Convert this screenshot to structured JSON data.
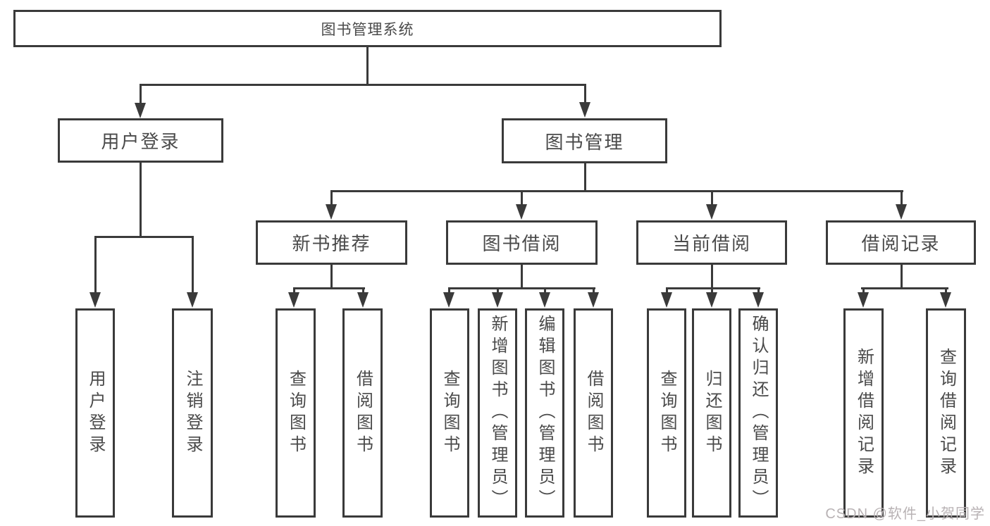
{
  "diagram_title": "图书管理系统",
  "tree": {
    "root": {
      "label": "图书管理系统"
    },
    "level2": [
      {
        "label": "用户登录",
        "children": [
          {
            "label": "用户登录"
          },
          {
            "label": "注销登录"
          }
        ]
      },
      {
        "label": "图书管理",
        "children": [
          {
            "label": "新书推荐",
            "children": [
              {
                "label": "查询图书"
              },
              {
                "label": "借阅图书"
              }
            ]
          },
          {
            "label": "图书借阅",
            "children": [
              {
                "label": "查询图书"
              },
              {
                "label": "新增图书（管理员）"
              },
              {
                "label": "编辑图书（管理员）"
              },
              {
                "label": "借阅图书"
              }
            ]
          },
          {
            "label": "当前借阅",
            "children": [
              {
                "label": "查询图书"
              },
              {
                "label": "归还图书"
              },
              {
                "label": "确认归还（管理员）"
              }
            ]
          },
          {
            "label": "借阅记录",
            "children": [
              {
                "label": "新增借阅记录"
              },
              {
                "label": "查询借阅记录"
              }
            ]
          }
        ]
      }
    ]
  },
  "watermark": {
    "text": "CSDN @软件_小贺同学"
  },
  "colors": {
    "line": "#3a3a3a",
    "text": "#4a4a4a",
    "box_background": "#ffffff",
    "page_background": "#ffffff",
    "watermark": "#b8b2b4"
  }
}
